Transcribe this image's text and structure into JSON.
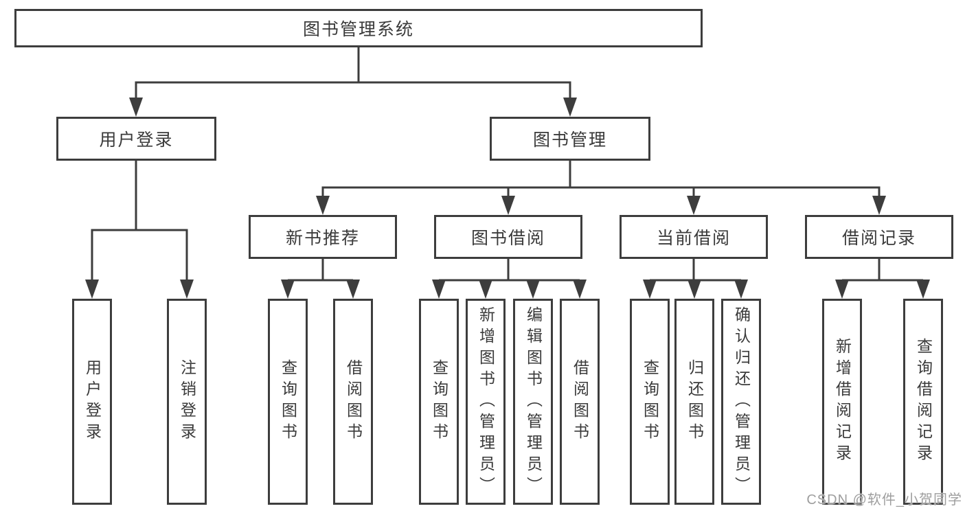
{
  "diagram": {
    "root": "图书管理系统",
    "level1": {
      "user_login": "用户登录",
      "book_mgmt": "图书管理"
    },
    "level2": {
      "new_book_rec": "新书推荐",
      "book_borrow": "图书借阅",
      "current_borrow": "当前借阅",
      "borrow_records": "借阅记录"
    },
    "leaves": {
      "user_login": [
        "用户登录",
        "注销登录"
      ],
      "new_book_rec": [
        "查询图书",
        "借阅图书"
      ],
      "book_borrow": [
        "查询图书",
        "新增图书（管理员）",
        "编辑图书（管理员）",
        "借阅图书"
      ],
      "current_borrow": [
        "查询图书",
        "归还图书",
        "确认归还（管理员）"
      ],
      "borrow_records": [
        "新增借阅记录",
        "查询借阅记录"
      ]
    }
  },
  "watermark": "CSDN @软件_小贺同学",
  "colors": {
    "line": "#3d3d3d",
    "text": "#3a3a3a",
    "watermark": "#9e9e9e",
    "background": "#ffffff"
  }
}
